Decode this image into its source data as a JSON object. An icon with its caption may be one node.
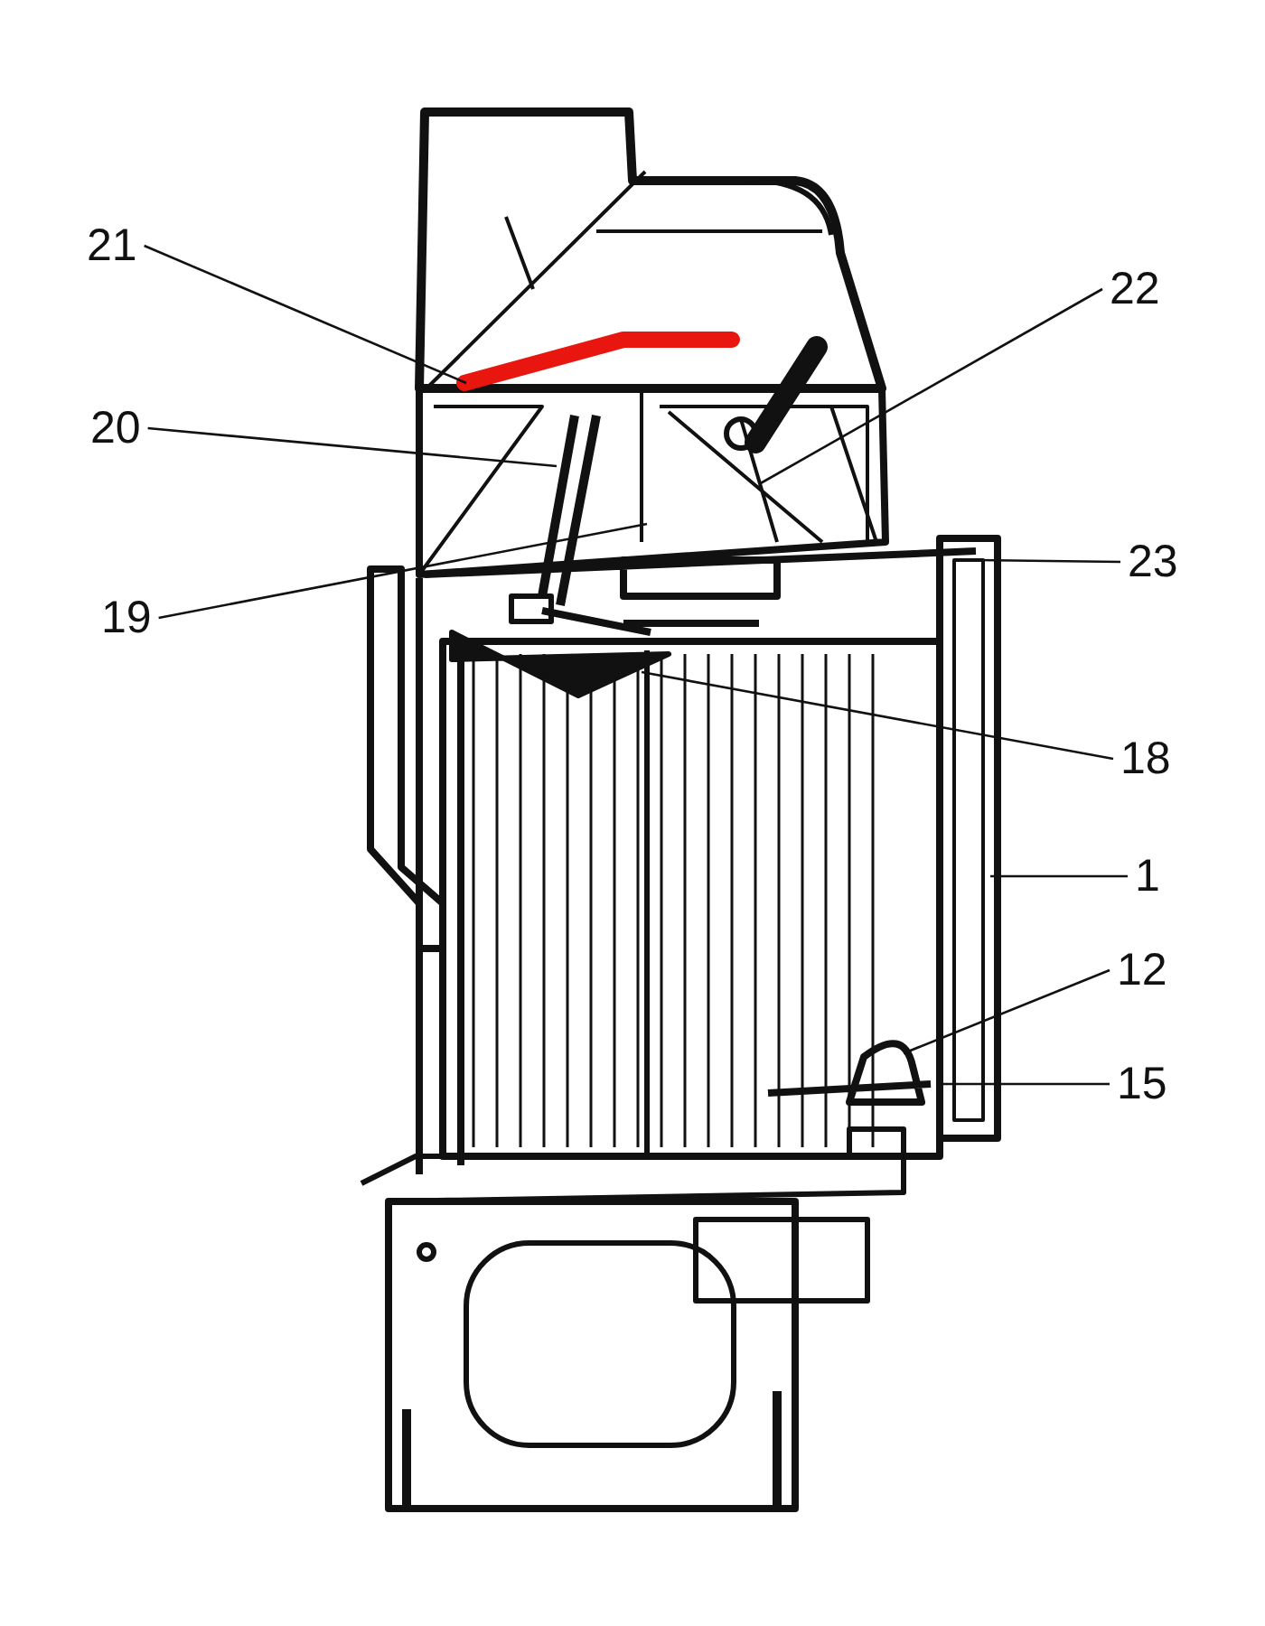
{
  "diagram": {
    "nodes": [
      {
        "text": [
          "21"
        ]
      },
      {
        "text": [
          "22"
        ]
      },
      {
        "text": [
          "20"
        ]
      },
      {
        "text": [
          "19"
        ]
      },
      {
        "text": [
          "23"
        ]
      },
      {
        "text": [
          "18"
        ]
      },
      {
        "text": [
          "1"
        ]
      },
      {
        "text": [
          "12"
        ]
      },
      {
        "text": [
          "15"
        ]
      }
    ],
    "edges": [
      {
        "from": 0,
        "to": null,
        "arrow": "none"
      },
      {
        "from": 1,
        "to": null,
        "arrow": "none"
      },
      {
        "from": 2,
        "to": null,
        "arrow": "none"
      },
      {
        "from": 3,
        "to": null,
        "arrow": "none"
      },
      {
        "from": 4,
        "to": null,
        "arrow": "none"
      },
      {
        "from": 5,
        "to": null,
        "arrow": "none"
      },
      {
        "from": 6,
        "to": null,
        "arrow": "none"
      },
      {
        "from": 7,
        "to": null,
        "arrow": "none"
      },
      {
        "from": 8,
        "to": null,
        "arrow": "none"
      }
    ]
  }
}
